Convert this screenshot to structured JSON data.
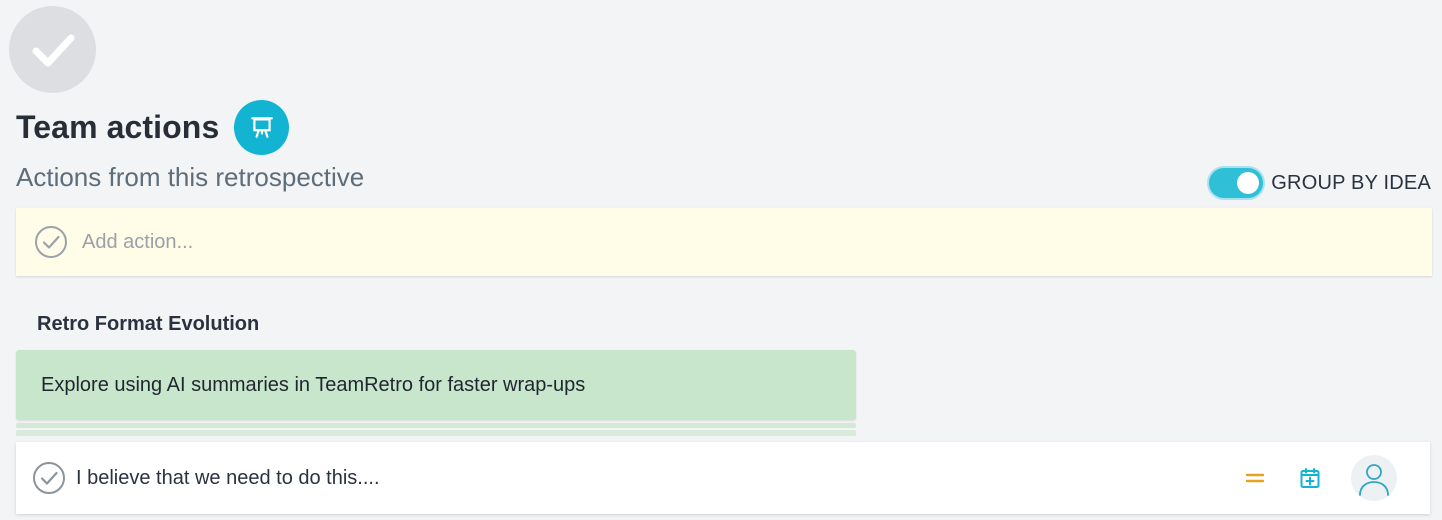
{
  "header": {
    "title": "Team actions",
    "subtitle": "Actions from this retrospective"
  },
  "toggle": {
    "label": "GROUP BY IDEA",
    "checked": true
  },
  "add_action": {
    "placeholder": "Add action..."
  },
  "group": {
    "heading": "Retro Format Evolution",
    "idea_text": "Explore using AI summaries in TeamRetro for faster wrap-ups",
    "action_text": "I believe that we need to do this...."
  },
  "icons": {
    "top": "check-circle-icon",
    "present": "presentation-icon",
    "priority": "priority-equal-icon",
    "due_date": "calendar-add-icon",
    "assignee": "user-icon"
  },
  "colors": {
    "accent": "#13b4d2",
    "idea_card": "#c8e6cc",
    "add_bar": "#fffde8",
    "priority": "#e5a321"
  }
}
